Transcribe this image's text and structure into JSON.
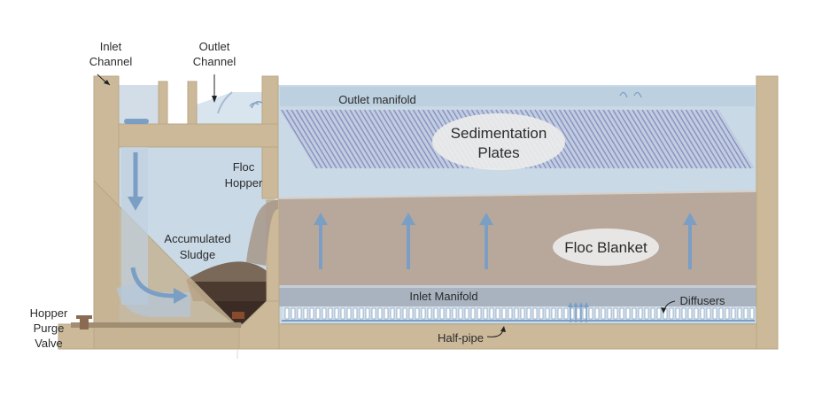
{
  "labels": {
    "inlet_channel": [
      "Inlet",
      "Channel"
    ],
    "outlet_channel": [
      "Outlet",
      "Channel"
    ],
    "outlet_manifold": "Outlet manifold",
    "sedimentation_plates": [
      "Sedimentation",
      "Plates"
    ],
    "floc_hopper": [
      "Floc",
      "Hopper"
    ],
    "accumulated_sludge": [
      "Accumulated",
      "Sludge"
    ],
    "floc_blanket": "Floc Blanket",
    "inlet_manifold": "Inlet Manifold",
    "diffusers": "Diffusers",
    "hopper_purge_valve": [
      "Hopper",
      "Purge",
      "Valve"
    ],
    "half_pipe": "Half-pipe"
  },
  "colors": {
    "concrete": "#cbb99a",
    "water": "#c9d9e6",
    "floc_blanket": "#b8a89c",
    "sludge_dark": "#4a3a30",
    "arrow": "#7b9fc4",
    "plates": "#8e8fc0",
    "manifold": "#a7b2bf"
  }
}
